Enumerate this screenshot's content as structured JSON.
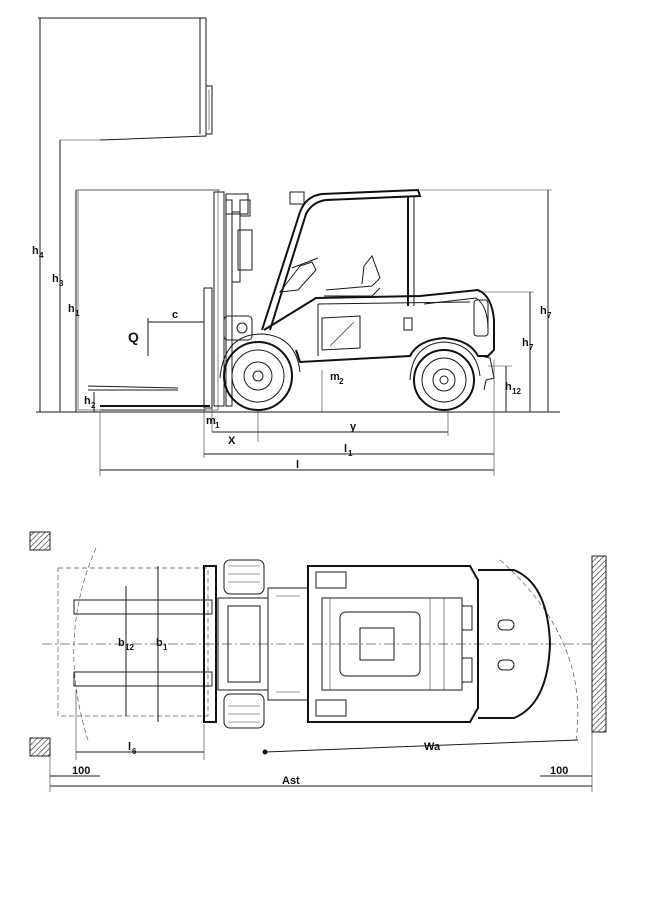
{
  "labels": {
    "h4": {
      "main": "h",
      "sub": "4"
    },
    "h3": {
      "main": "h",
      "sub": "3"
    },
    "h1": {
      "main": "h",
      "sub": "1"
    },
    "h2": {
      "main": "h",
      "sub": "2"
    },
    "Q": "Q",
    "c": "c",
    "h6": {
      "main": "h",
      "sub": "7"
    },
    "h7": {
      "main": "h",
      "sub": "7"
    },
    "h12": {
      "main": "h",
      "sub": "12"
    },
    "m2": {
      "main": "m",
      "sub": "2"
    },
    "m1": {
      "main": "m",
      "sub": "1"
    },
    "x": "X",
    "y": "y",
    "l1": {
      "main": "l",
      "sub": "1"
    },
    "l": "l",
    "b12": {
      "main": "b",
      "sub": "12"
    },
    "b1": {
      "main": "b",
      "sub": "1"
    },
    "l6": {
      "main": "l",
      "sub": "6"
    },
    "Wa": "Wa",
    "clearance_left": "100",
    "clearance_right": "100",
    "Ast": "Ast"
  }
}
